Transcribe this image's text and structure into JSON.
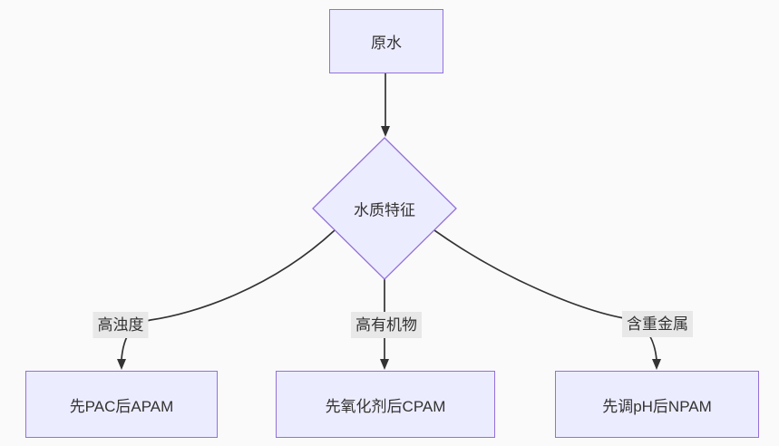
{
  "diagram": {
    "type": "flowchart",
    "direction": "top-down",
    "nodes": {
      "source": {
        "label": "原水",
        "shape": "rect"
      },
      "decision": {
        "label": "水质特征",
        "shape": "diamond"
      },
      "outcome1": {
        "label": "先PAC后APAM",
        "shape": "rect"
      },
      "outcome2": {
        "label": "先氧化剂后CPAM",
        "shape": "rect"
      },
      "outcome3": {
        "label": "先调pH后NPAM",
        "shape": "rect"
      }
    },
    "edges": [
      {
        "from": "source",
        "to": "decision",
        "label": ""
      },
      {
        "from": "decision",
        "to": "outcome1",
        "label": "高浊度"
      },
      {
        "from": "decision",
        "to": "outcome2",
        "label": "高有机物"
      },
      {
        "from": "decision",
        "to": "outcome3",
        "label": "含重金属"
      }
    ],
    "colors": {
      "background": "#fafafa",
      "node_fill": "#ECECFF",
      "node_border": "#9370DB",
      "edge_stroke": "#333333",
      "text": "#333333",
      "edge_label_bg": "#e8e8e8"
    }
  }
}
